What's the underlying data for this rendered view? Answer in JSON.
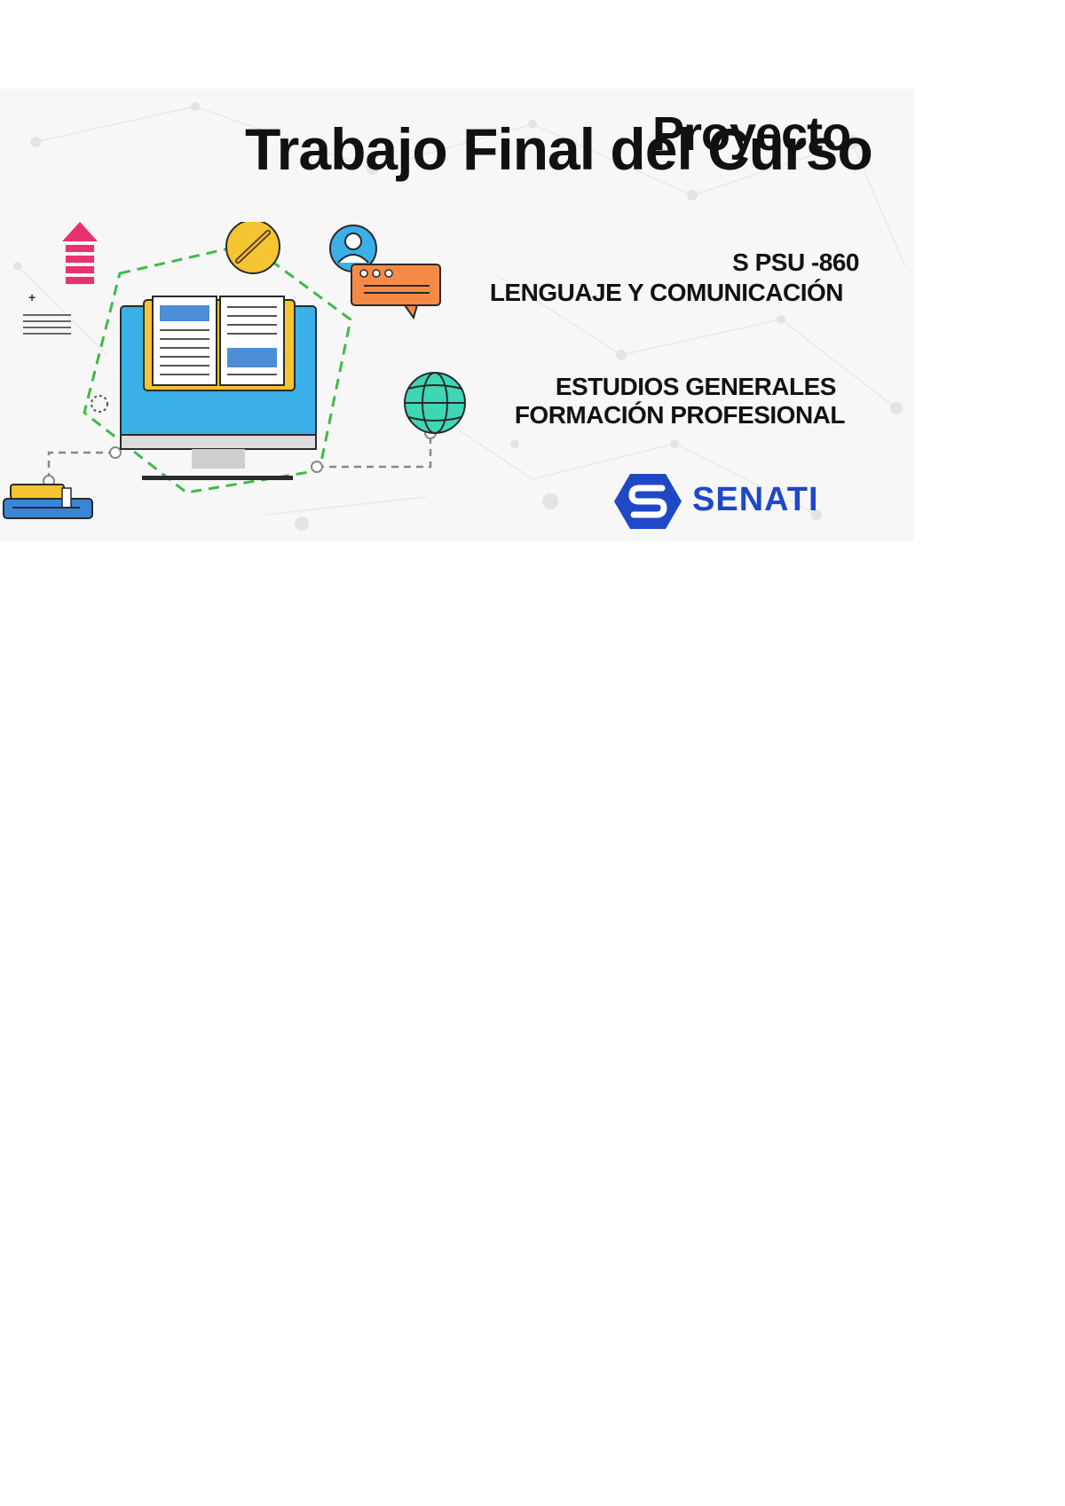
{
  "cover": {
    "title": "Trabajo Final del Curso",
    "title_overlay": "Proyecto",
    "course_code": "S PSU -860",
    "course_name": "LENGUAJE Y COMUNICACIÓN",
    "department": "ESTUDIOS GENERALES",
    "program": "FORMACIÓN PROFESIONAL",
    "logo_text": "SENATI"
  },
  "colors": {
    "logo_blue": "#1f48c6",
    "monitor_blue": "#3bb0e8",
    "book_yellow": "#f5c531",
    "dash_green": "#3dbb48",
    "arrow_pink": "#e8336f",
    "chat_orange": "#f58a47",
    "globe_teal": "#3ed6b5"
  },
  "icons": [
    "arrow-up-icon",
    "pencil-icon",
    "user-icon",
    "chat-icon",
    "globe-icon",
    "books-icon",
    "monitor-book-icon",
    "senati-logo-icon"
  ]
}
